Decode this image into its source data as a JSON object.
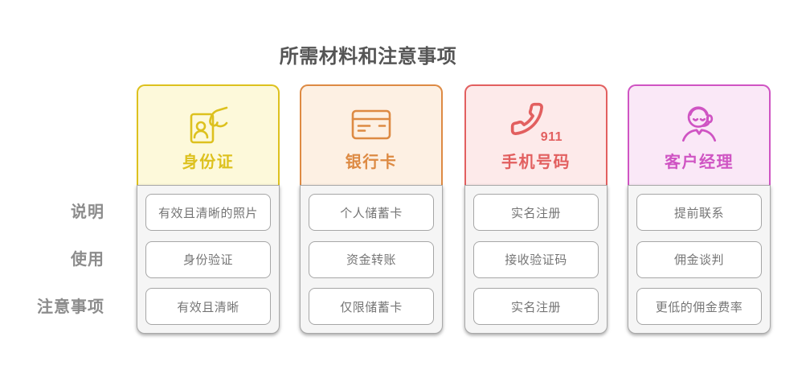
{
  "title": "所需材料和注意事项",
  "row_labels": [
    "说明",
    "使用",
    "注意事项"
  ],
  "columns": [
    {
      "title": "身份证",
      "icon": "id-card-hand-icon",
      "accent": "#ddc11e",
      "bg": "#fdf9da",
      "items": [
        "有效且清晰的照片",
        "身份验证",
        "有效且清晰"
      ]
    },
    {
      "title": "银行卡",
      "icon": "bank-card-icon",
      "accent": "#dd8a43",
      "bg": "#fdf0e3",
      "items": [
        "个人储蓄卡",
        "资金转账",
        "仅限储蓄卡"
      ]
    },
    {
      "title": "手机号码",
      "icon": "phone-icon",
      "icon_label": "911",
      "accent": "#e25f5f",
      "bg": "#fdeaea",
      "items": [
        "实名注册",
        "接收验证码",
        "实名注册"
      ]
    },
    {
      "title": "客户经理",
      "icon": "agent-headset-icon",
      "accent": "#cf54c3",
      "bg": "#fae8f7",
      "items": [
        "提前联系",
        "佣金谈判",
        "更低的佣金费率"
      ]
    }
  ],
  "colors": {
    "background": "#ffffff",
    "title_text": "#555555",
    "label_text": "#8c8c8c",
    "item_text": "#757575",
    "item_border": "#a6a6a6",
    "body_bg": "#f5f5f5",
    "body_border": "#a9a9a9"
  }
}
